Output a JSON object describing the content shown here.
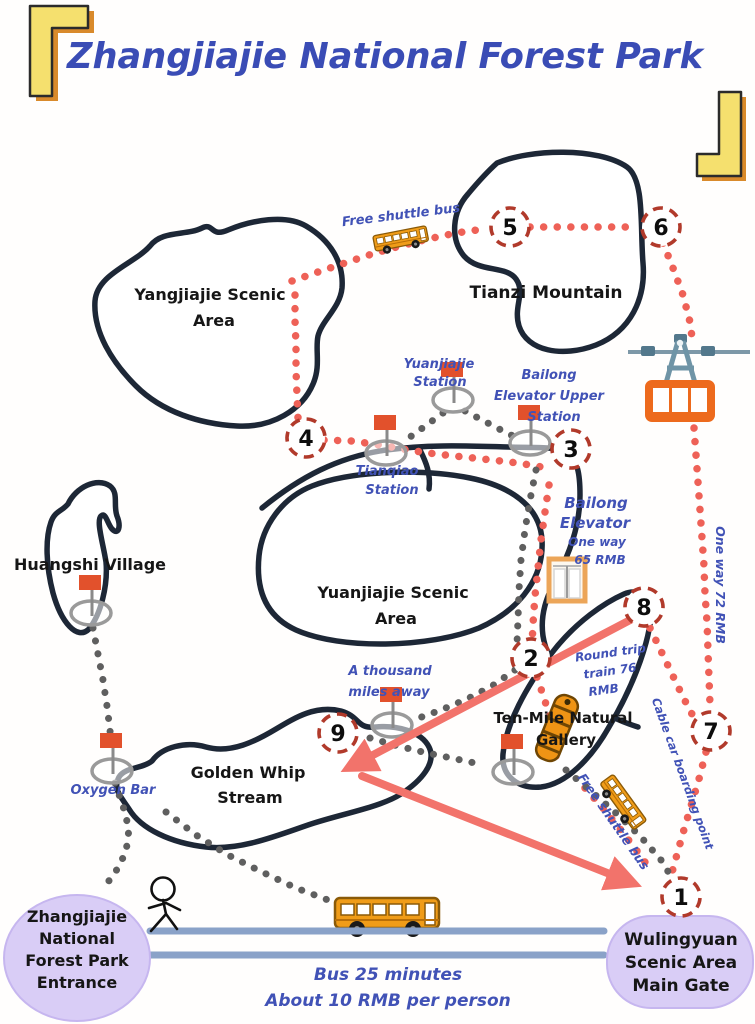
{
  "title": "Zhangjiajie National Forest Park",
  "regions": {
    "yangjiajie": {
      "line1": "Yangjiajie Scenic",
      "line2": "Area"
    },
    "tianzi": "Tianzi Mountain",
    "yuanjiajie": {
      "line1": "Yuanjiajie Scenic",
      "line2": "Area"
    },
    "huangshi": "Huangshi Village",
    "golden_whip": {
      "line1": "Golden Whip",
      "line2": "Stream"
    },
    "ten_mile": {
      "line1": "Ten-Mile Natural",
      "line2": "Gallery"
    }
  },
  "stations": {
    "yuanjiajie": {
      "line1": "Yuanjiajie",
      "line2": "Station"
    },
    "tianqiao": {
      "line1": "Tianqiao",
      "line2": "Station"
    },
    "bailong_upper": {
      "line1": "Bailong",
      "line2": "Elevator Upper",
      "line3": "Station"
    },
    "oxygen_bar": "Oxygen Bar",
    "thousand_miles": {
      "line1": "A thousand",
      "line2": "miles away"
    }
  },
  "transport": {
    "free_shuttle_top": "Free shuttle bus",
    "free_shuttle_bottom": "Free shuttle bus",
    "bailong_elevator": {
      "line1": "Bailong",
      "line2": "Elevator",
      "line3": "One way",
      "line4": "65 RMB"
    },
    "cable_car_fare": "One way 72 RMB",
    "cable_car_boarding": "Cable car boarding point",
    "train": {
      "line1": "Round trip",
      "line2": "train 76",
      "line3": "RMB"
    },
    "bus_info": {
      "line1": "Bus 25 minutes",
      "line2": "About 10 RMB per person"
    }
  },
  "gates": {
    "entrance": {
      "line1": "Zhangjiajie",
      "line2": "National",
      "line3": "Forest Park",
      "line4": "Entrance"
    },
    "main_gate": {
      "line1": "Wulingyuan",
      "line2": "Scenic Area",
      "line3": "Main Gate"
    }
  },
  "markers": {
    "m1": "1",
    "m2": "2",
    "m3": "3",
    "m4": "4",
    "m5": "5",
    "m6": "6",
    "m7": "7",
    "m8": "8",
    "m9": "9"
  },
  "colors": {
    "title_blue": "#3a4cb5",
    "label_blue": "#4152b6",
    "route_red": "#ee6157",
    "trail_gray": "#5f5f5f",
    "outline_navy": "#1d2736",
    "marker_ring_red": "#b13a2b",
    "flag_red": "#e2512c",
    "bus_orange": "#f09c18",
    "cable_orange": "#ed6a1d",
    "bracket_yellow": "#f5e06e",
    "gate_lavender": "#d9cdf6",
    "road_blue": "#8aa2c8",
    "arrow_pink": "#f2736b"
  }
}
